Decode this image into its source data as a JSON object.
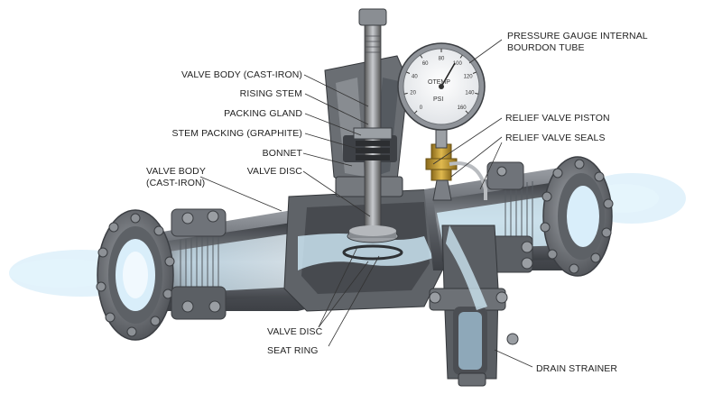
{
  "labels": {
    "pressure_gauge": [
      "PRESSURE GAUGE INTERNAL",
      "BOURDON TUBE"
    ],
    "relief_valve_piston": "RELIEF VALVE PISTON",
    "relief_valve_seals": "RELIEF VALVE SEALS",
    "valve_body_top": "VALVE BODY (CAST-IRON)",
    "rising_stem": "RISING STEM",
    "packing_gland": "PACKING GLAND",
    "stem_packing": "STEM PACKING (GRAPHITE)",
    "bonnet": "BONNET",
    "valve_disc_upper": "VALVE DISC",
    "valve_body_left": [
      "VALVE BODY",
      "(CAST-IRON)"
    ],
    "valve_disc_lower": "VALVE DISC",
    "seat_ring": "SEAT RING",
    "drain_strainer": "DRAIN STRAINER"
  },
  "gauge": {
    "brand": "OTEMP",
    "unit": "PSI",
    "scale": [
      "0",
      "20",
      "40",
      "60",
      "80",
      "100",
      "120",
      "140",
      "160"
    ]
  },
  "colors": {
    "metal_dark": "#4a4d52",
    "metal_mid": "#7b7f85",
    "metal_light": "#b9bcc0",
    "flow": "#bfe3f7",
    "brass": "#c9a03a"
  }
}
